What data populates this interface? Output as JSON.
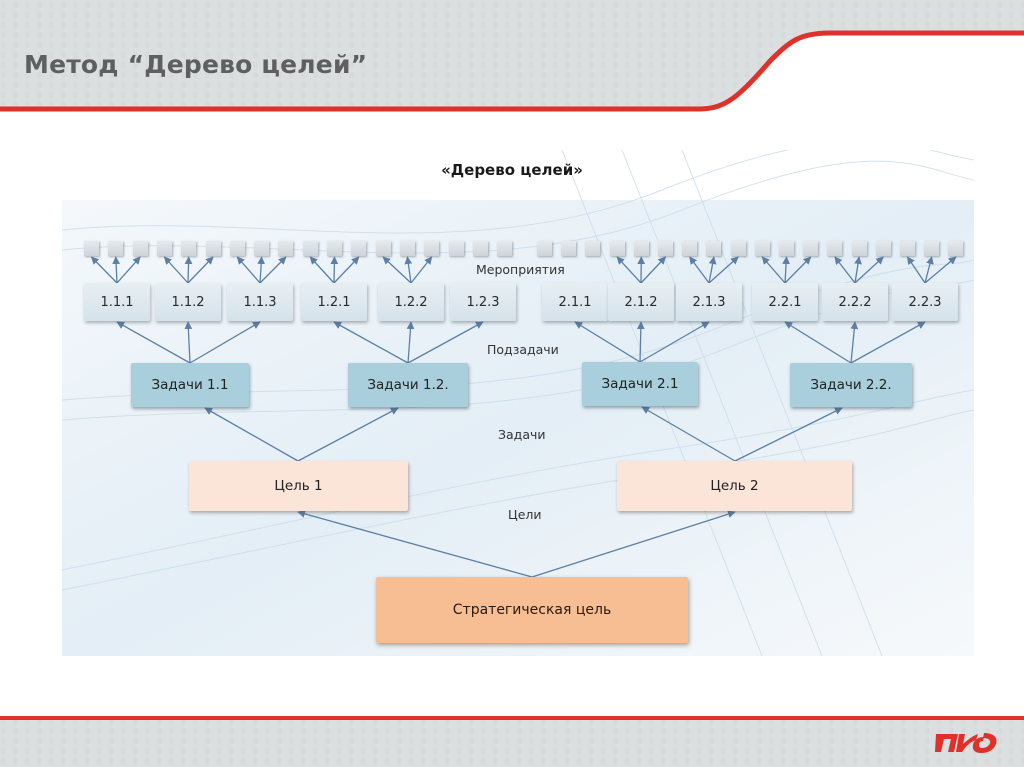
{
  "slide": {
    "title": "Метод “Дерево целей”",
    "brand_color": "#e0302a",
    "logo": "rzd-logo-icon"
  },
  "diagram": {
    "title": "«Дерево целей»",
    "level_labels": {
      "activities": "Мероприятия",
      "subtasks": "Подзадачи",
      "tasks": "Задачи",
      "goals": "Цели"
    },
    "root": "Стратегическая цель",
    "goals": [
      "Цель 1",
      "Цель 2"
    ],
    "tasks": [
      "Задачи 1.1",
      "Задачи 1.2.",
      "Задачи 2.1",
      "Задачи 2.2."
    ],
    "subtasks": [
      "1.1.1",
      "1.1.2",
      "1.1.3",
      "1.2.1",
      "1.2.2",
      "1.2.3",
      "2.1.1",
      "2.1.2",
      "2.1.3",
      "2.2.1",
      "2.2.2",
      "2.2.3"
    ],
    "activity_squares_per_side": 18,
    "connected_subtasks": [
      "1.1.1",
      "1.1.2",
      "1.1.3",
      "1.2.1",
      "1.2.2",
      "2.1.2",
      "2.1.3",
      "2.2.1",
      "2.2.2",
      "2.2.3"
    ],
    "colors": {
      "root": "#f7be93",
      "goal": "#fbe4d8",
      "task": "#a9cfdc",
      "subtask": "#dde7ed",
      "arrow": "#5b7fa6"
    }
  }
}
